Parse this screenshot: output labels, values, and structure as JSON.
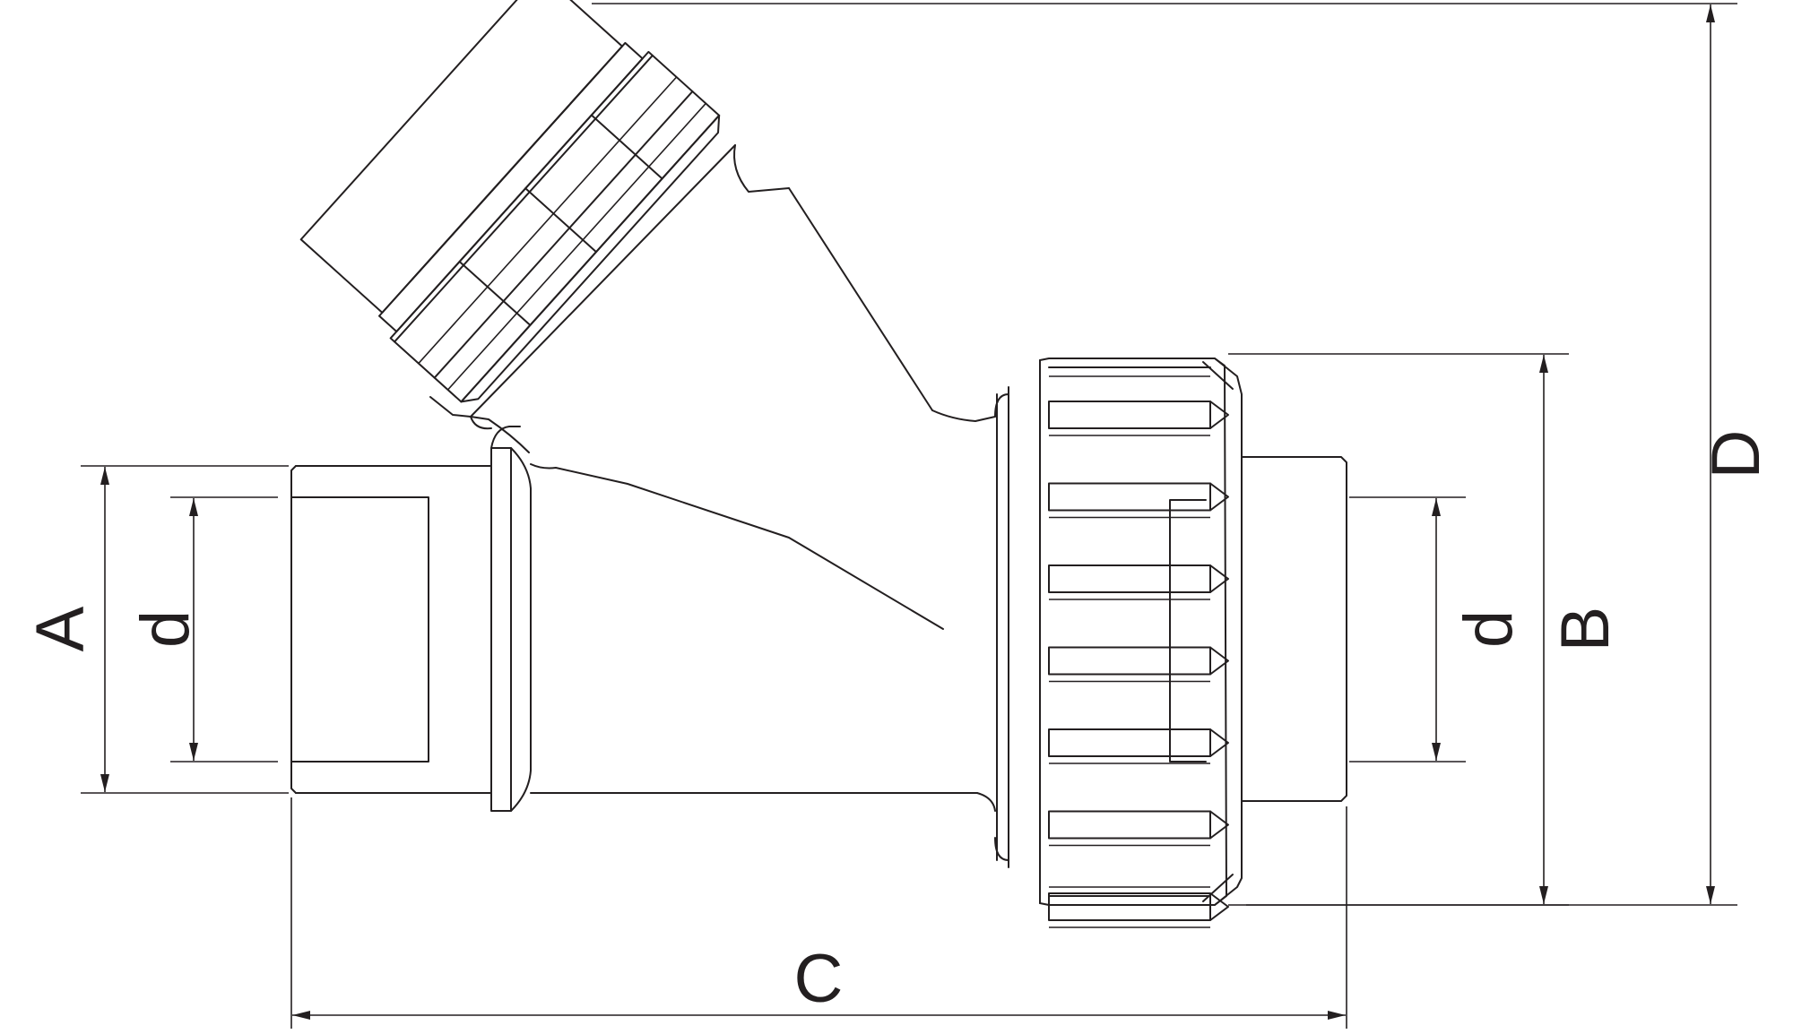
{
  "dimension_labels": {
    "a": "A",
    "d_left": "d",
    "d_right": "d",
    "b": "B",
    "c": "C",
    "d_overall": "D"
  },
  "colors": {
    "line": "#231f20",
    "background": "#ffffff"
  }
}
